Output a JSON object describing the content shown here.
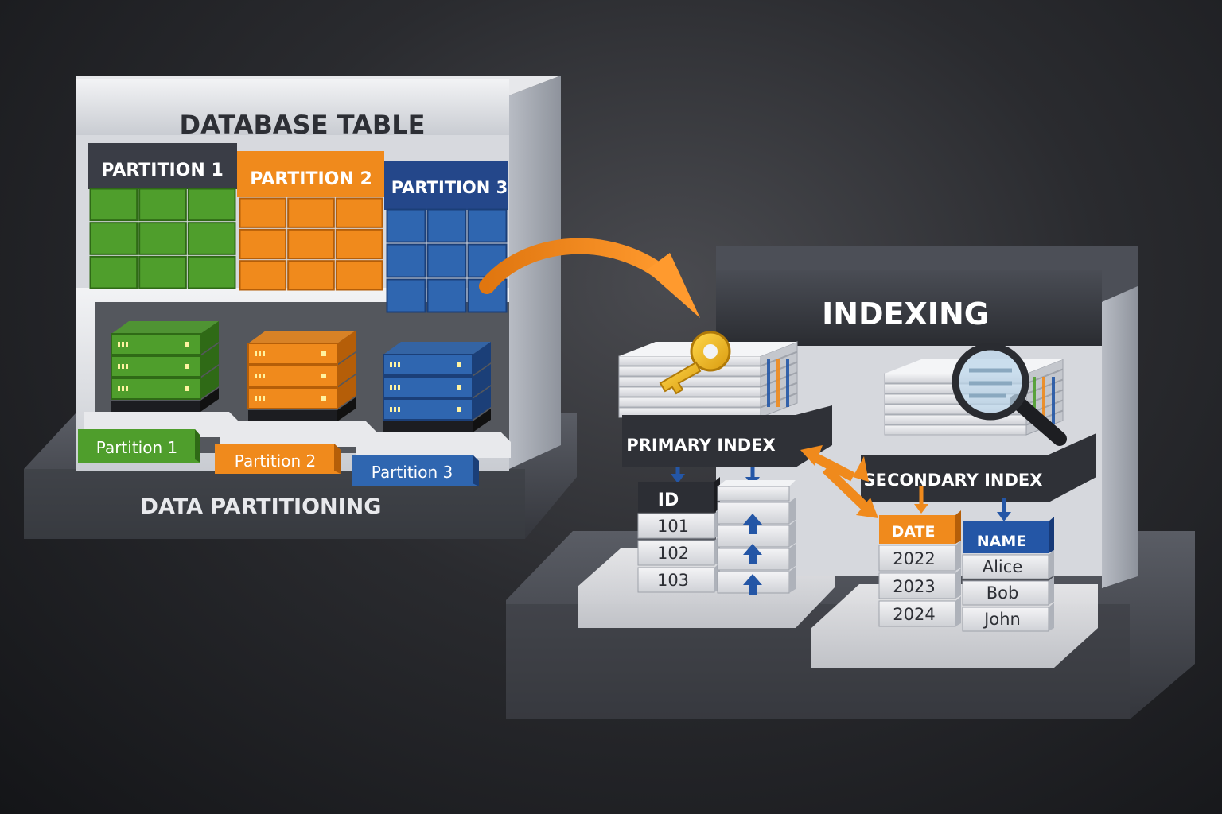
{
  "left": {
    "title": "DATABASE TABLE",
    "partitions": [
      {
        "header": "PARTITION 1",
        "color": "#4f9e2c",
        "dark": "#2f6a16"
      },
      {
        "header": "PARTITION 2",
        "color": "#f08a1c",
        "dark": "#b55e08"
      },
      {
        "header": "PARTITION 3",
        "color": "#2f66b0",
        "dark": "#1b3f78"
      }
    ],
    "server_labels": [
      "Partition 1",
      "Partition 2",
      "Partition 3"
    ],
    "base_label": "DATA PARTITIONING"
  },
  "right": {
    "title": "INDEXING",
    "primary": {
      "label": "PRIMARY INDEX",
      "column_header": "ID",
      "values": [
        "101",
        "102",
        "103"
      ]
    },
    "secondary": {
      "label": "SECONDARY INDEX",
      "date_header": "DATE",
      "date_values": [
        "2022",
        "2023",
        "2024"
      ],
      "name_header": "NAME",
      "name_values": [
        "Alice",
        "Bob",
        "John"
      ]
    }
  },
  "colors": {
    "accent_orange": "#f08a1c",
    "accent_blue": "#2456a6",
    "dark_panel": "#35373d"
  },
  "icons": [
    "key-icon",
    "magnifier-icon",
    "arrow-down-icon",
    "arrow-up-icon",
    "curved-arrow-icon"
  ]
}
